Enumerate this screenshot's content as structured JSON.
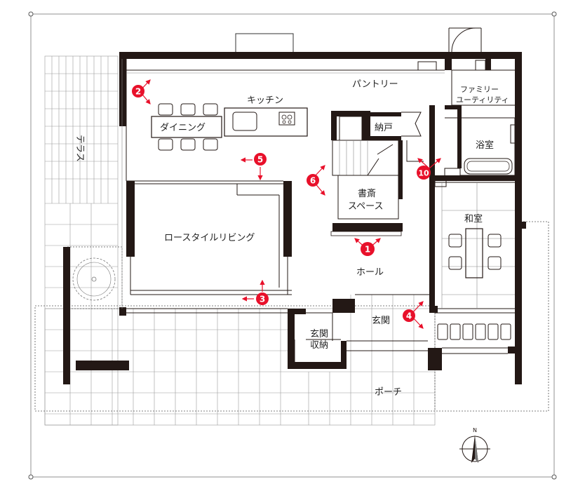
{
  "rooms": {
    "pantry": "パントリー",
    "kitchen": "キッチン",
    "dining": "ダイニング",
    "terrace": "テラス",
    "storage": "納戸",
    "family_utility_1": "ファミリー",
    "family_utility_2": "ユーティリティ",
    "bathroom": "浴室",
    "study_1": "書斎",
    "study_2": "スペース",
    "living": "ロースタイルリビング",
    "japanese_room": "和室",
    "hall": "ホール",
    "entrance": "玄関",
    "entrance_storage_1": "玄関",
    "entrance_storage_2": "収納",
    "porch": "ポーチ"
  },
  "markers": [
    "1",
    "2",
    "3",
    "4",
    "5",
    "6",
    "10"
  ],
  "compass": {
    "label": "N",
    "icon": "compass-north-icon"
  },
  "colors": {
    "marker": "#e8102a",
    "wall": "#231815"
  }
}
